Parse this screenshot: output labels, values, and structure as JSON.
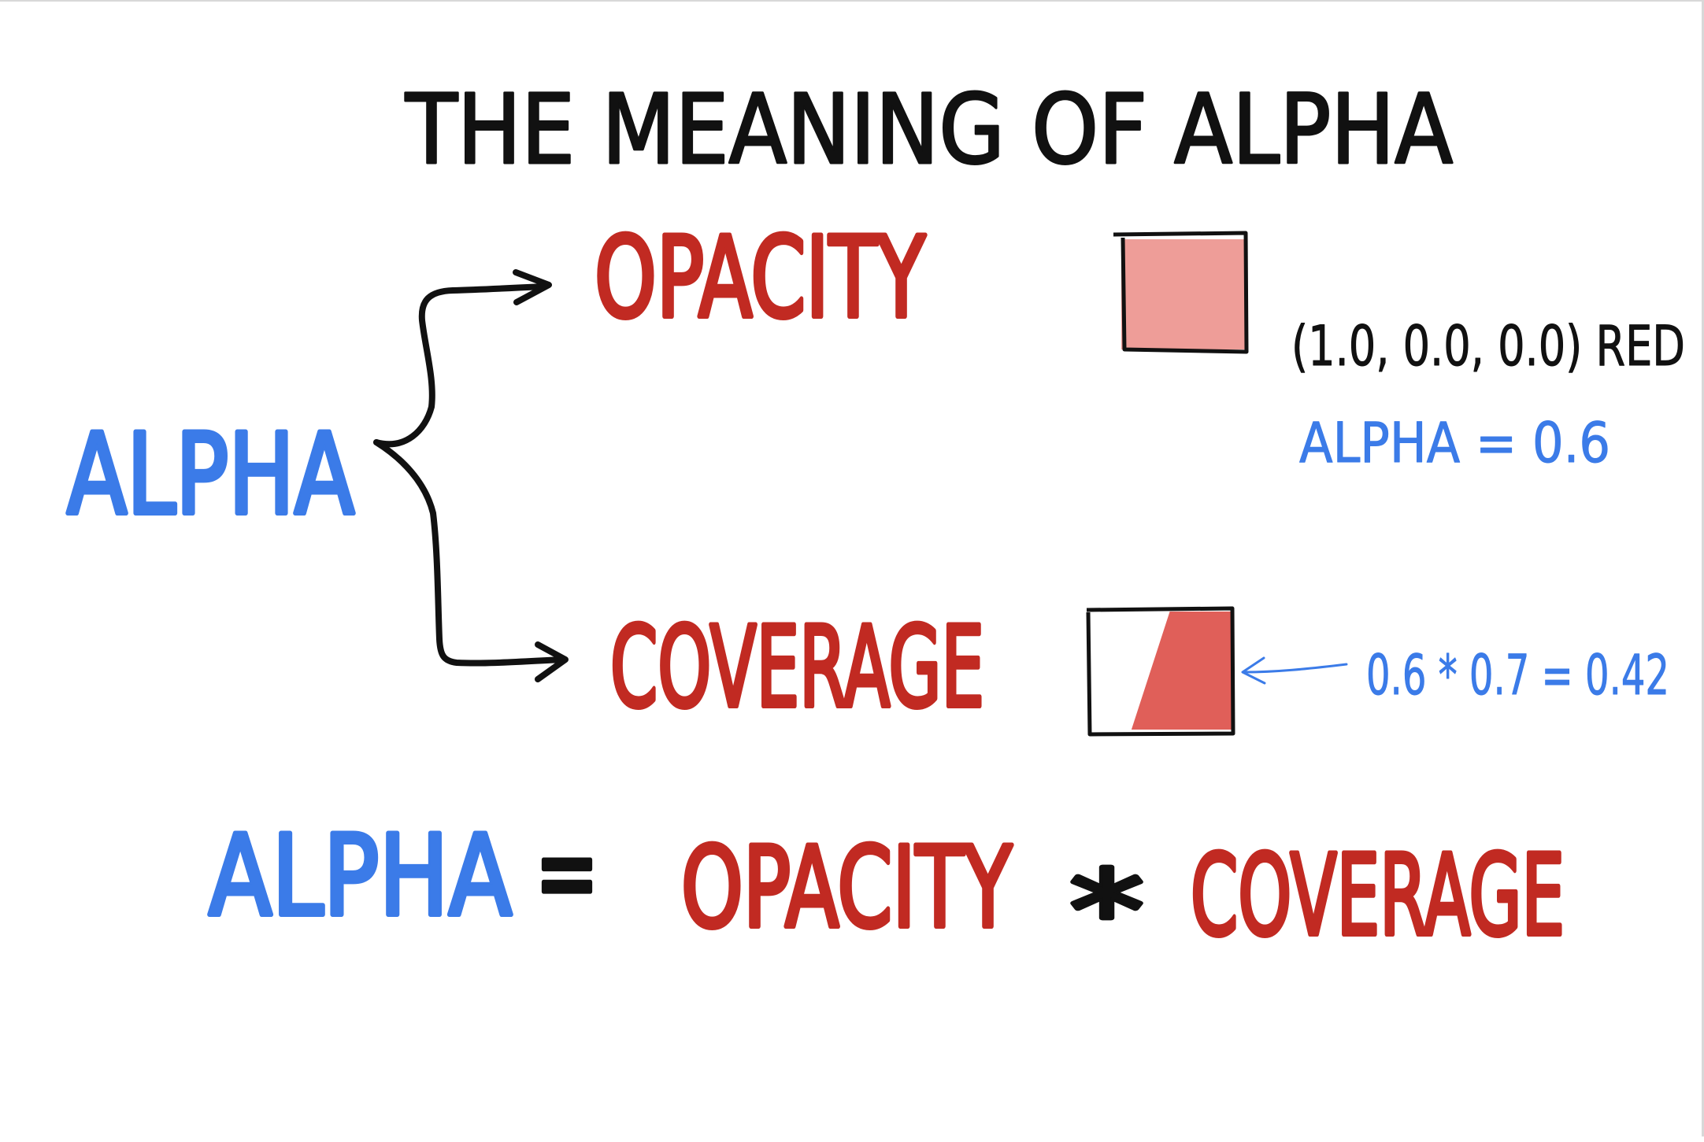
{
  "title": "THE MEANING OF ALPHA",
  "root": {
    "label": "ALPHA"
  },
  "branches": [
    {
      "label": "OPACITY"
    },
    {
      "label": "COVERAGE"
    }
  ],
  "opacity_example": {
    "color_tuple": "(1.0, 0.0, 0.0) RED",
    "alpha_note": "ALPHA = 0.6",
    "alpha_value": 0.6
  },
  "coverage_example": {
    "calc_note": "0.6 * 0.7 = 0.42",
    "coverage_fraction": 0.7,
    "result_alpha": 0.42
  },
  "formula": {
    "lhs": "ALPHA",
    "equals": "=",
    "term1": "OPACITY",
    "operator": "*",
    "term2": "COVERAGE"
  },
  "colors": {
    "ink_black": "#111111",
    "ink_blue": "#3b7be8",
    "ink_red": "#c12a22",
    "opacity_swatch": "#ee9d98",
    "coverage_swatch": "#e05f59"
  }
}
